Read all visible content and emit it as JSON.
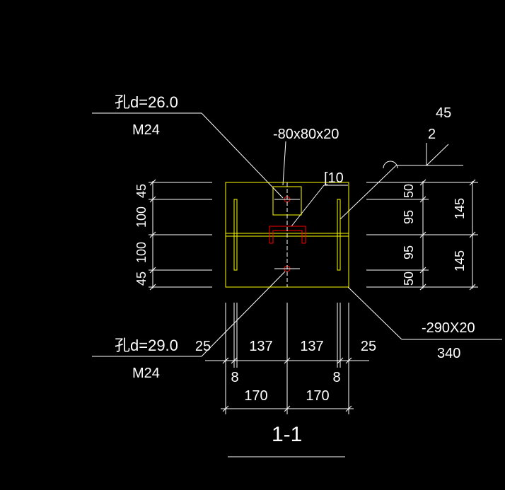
{
  "colors": {
    "background": "#000000",
    "line": "#ffffff",
    "plate": "#ffff00",
    "channel": "#ff0000"
  },
  "labels": {
    "hole_top": "孔d=26.0",
    "bolt_top": "M24",
    "hole_bottom": "孔d=29.0",
    "bolt_bottom": "M24",
    "washer_plate": "-80x80x20",
    "channel": "[10",
    "weld_size": "45",
    "weld_count": "2",
    "base_plate": "-290X20",
    "base_plate_len": "340",
    "section_title": "1-1"
  },
  "dims": {
    "left": [
      "45",
      "100",
      "100",
      "45"
    ],
    "right_inner": [
      "50",
      "95",
      "95",
      "50"
    ],
    "right_outer": [
      "145",
      "145"
    ],
    "bottom_row1": [
      "25",
      "137",
      "137",
      "25"
    ],
    "bottom_row2": [
      "8",
      "8"
    ],
    "bottom_row3": [
      "170",
      "170"
    ]
  },
  "icons": {
    "weld_symbol": "weld-symbol-icon",
    "bolt_hole": "bolt-hole-icon"
  }
}
